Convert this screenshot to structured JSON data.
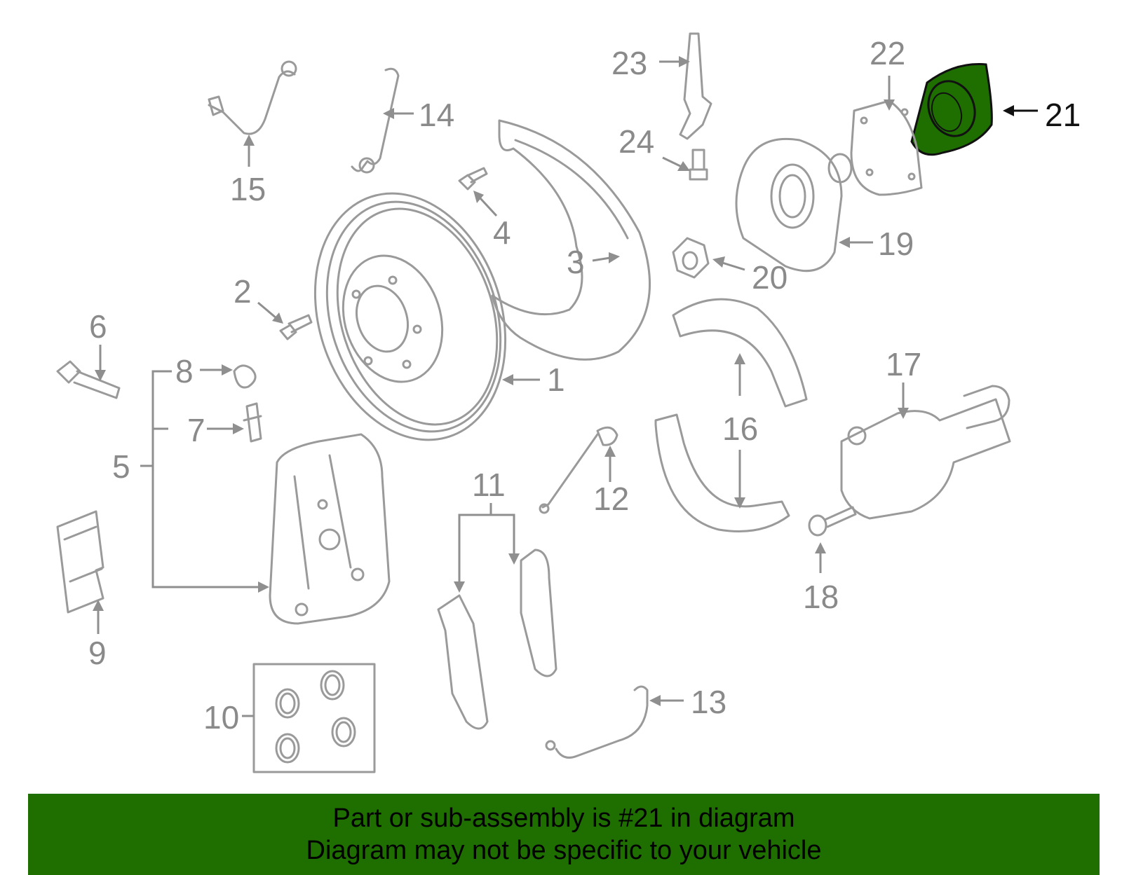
{
  "diagram": {
    "highlighted_part": "21",
    "highlight_color": "#1e6e00",
    "line_color": "#9a9a9a",
    "callouts": [
      "1",
      "2",
      "3",
      "4",
      "5",
      "6",
      "7",
      "8",
      "9",
      "10",
      "11",
      "12",
      "13",
      "14",
      "15",
      "16",
      "17",
      "18",
      "19",
      "20",
      "21",
      "22",
      "23",
      "24"
    ]
  },
  "banner": {
    "background": "#1e6e00",
    "line1": "Part or sub-assembly is #21 in diagram",
    "line2": "Diagram may not be specific to your vehicle"
  }
}
